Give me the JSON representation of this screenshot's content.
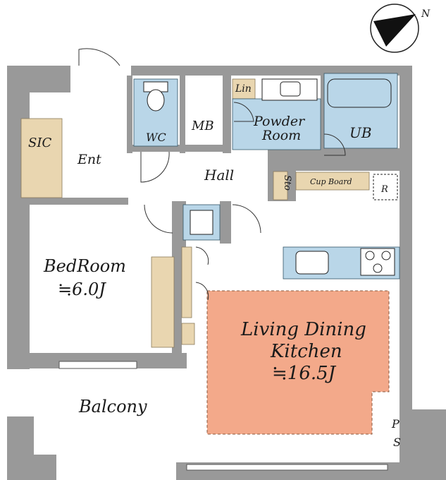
{
  "compass": {
    "north_label": "N"
  },
  "rooms": {
    "sic": "SIC",
    "entrance": "Ent",
    "wc": "WC",
    "mb": "MB",
    "linen": "Lin",
    "powder_room_line1": "Powder",
    "powder_room_line2": "Room",
    "unit_bath": "UB",
    "hall": "Hall",
    "storage": "Sto",
    "cupboard": "Cup Board",
    "refrigerator": "R",
    "bedroom_name": "BedRoom",
    "bedroom_size": "≒6.0J",
    "ldk_line1": "Living Dining",
    "ldk_line2": "Kitchen",
    "ldk_size": "≒16.5J",
    "balcony": "Balcony",
    "ps_line1": "P",
    "ps_line2": "S"
  },
  "colors": {
    "wall": "#999999",
    "storage_fill": "#e9d6b0",
    "wet_area_fill": "#b9d6e8",
    "ldk_fill": "#f3a98a",
    "floor": "#ffffff",
    "line": "#333333"
  }
}
